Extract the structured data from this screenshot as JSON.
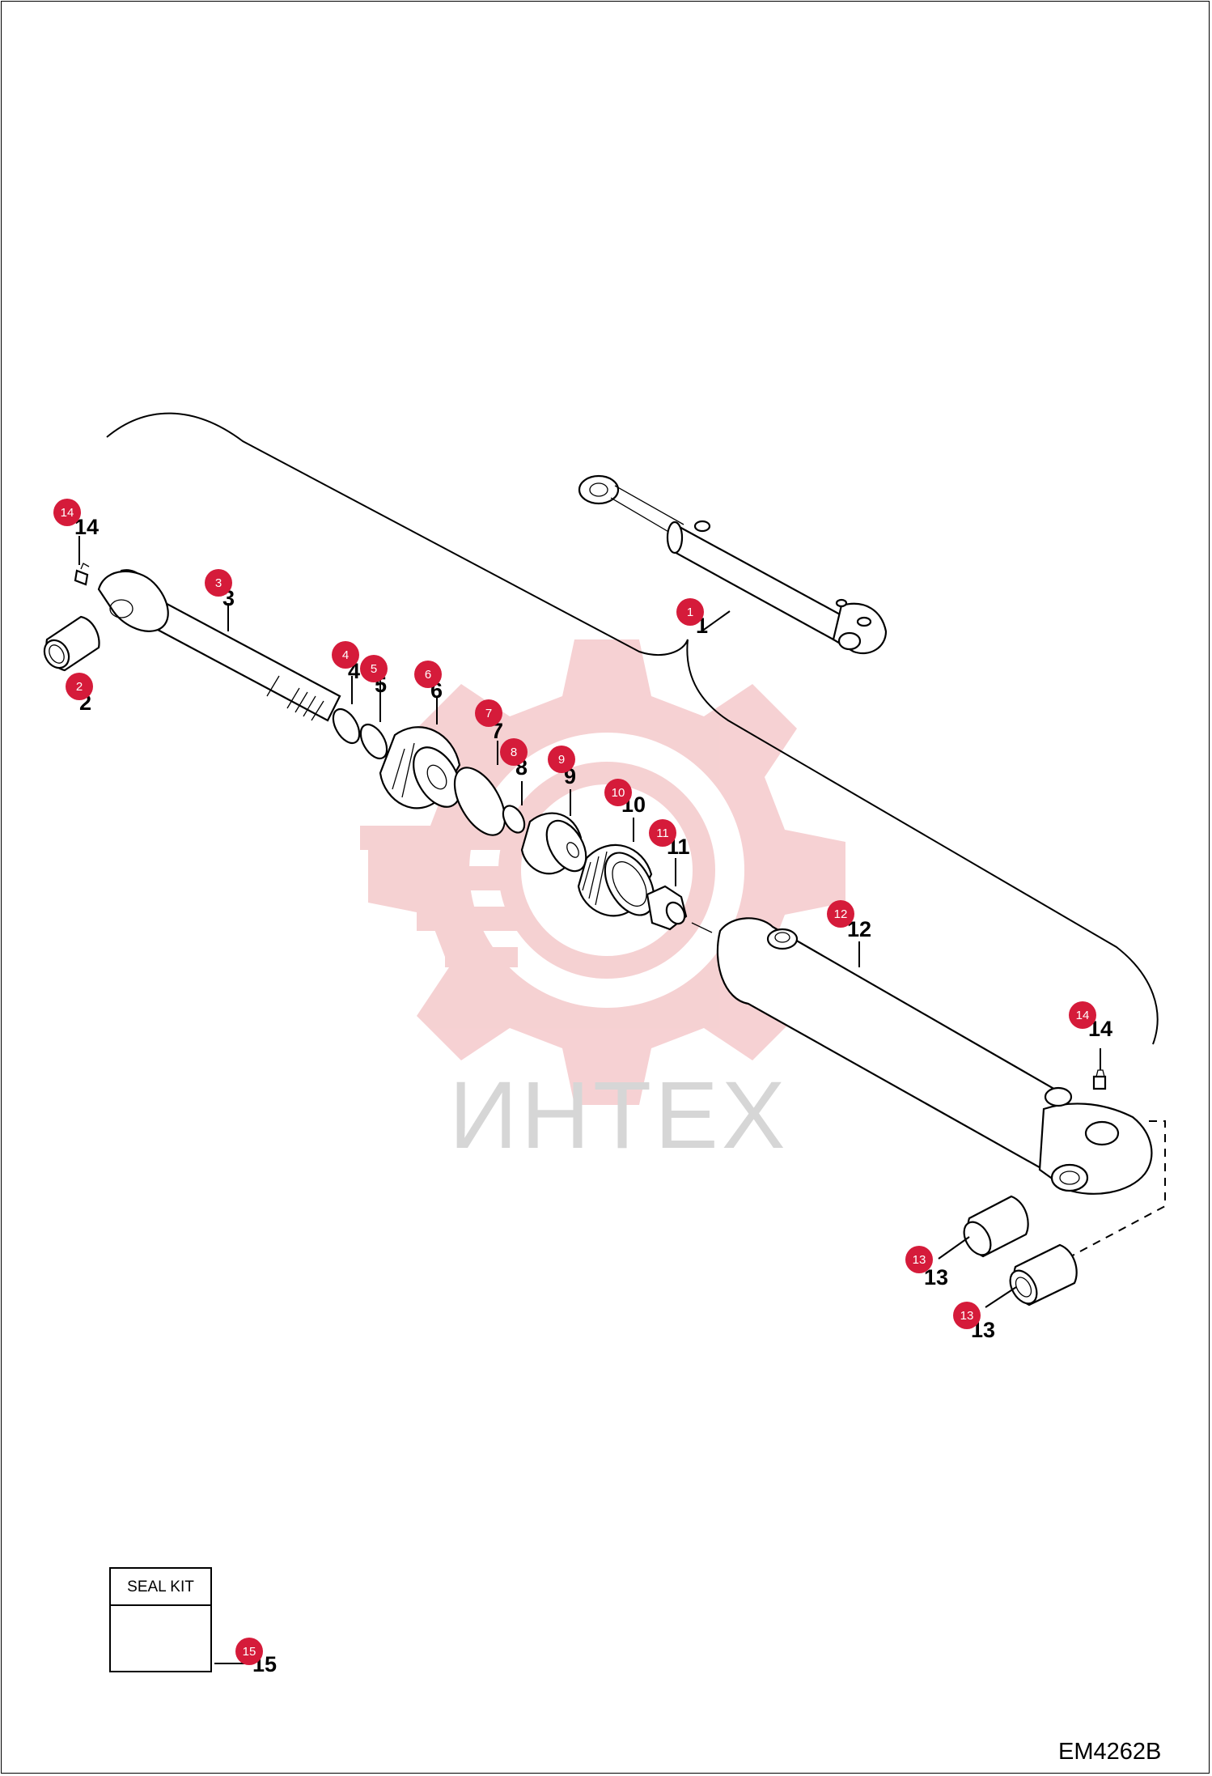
{
  "diagram_code": "EM4262B",
  "watermark": "ИНТЕХ",
  "seal_kit": {
    "label": "SEAL KIT"
  },
  "colors": {
    "badge": "#d51b3a",
    "watermark": "#f4c9cb",
    "line": "#000000"
  },
  "callouts": [
    {
      "id": "c14a",
      "badge": "14",
      "number": "14"
    },
    {
      "id": "c3",
      "badge": "3",
      "number": "3"
    },
    {
      "id": "c2",
      "badge": "2",
      "number": "2"
    },
    {
      "id": "c1",
      "badge": "1",
      "number": "1"
    },
    {
      "id": "c4",
      "badge": "4",
      "number": "4"
    },
    {
      "id": "c5",
      "badge": "5",
      "number": "5"
    },
    {
      "id": "c6",
      "badge": "6",
      "number": "6"
    },
    {
      "id": "c7",
      "badge": "7",
      "number": "7"
    },
    {
      "id": "c8",
      "badge": "8",
      "number": "8"
    },
    {
      "id": "c9",
      "badge": "9",
      "number": "9"
    },
    {
      "id": "c10",
      "badge": "10",
      "number": "10"
    },
    {
      "id": "c11",
      "badge": "11",
      "number": "11"
    },
    {
      "id": "c12",
      "badge": "12",
      "number": "12"
    },
    {
      "id": "c14b",
      "badge": "14",
      "number": "14"
    },
    {
      "id": "c13a",
      "badge": "13",
      "number": "13"
    },
    {
      "id": "c13b",
      "badge": "13",
      "number": "13"
    },
    {
      "id": "c15",
      "badge": "15",
      "number": "15"
    }
  ]
}
